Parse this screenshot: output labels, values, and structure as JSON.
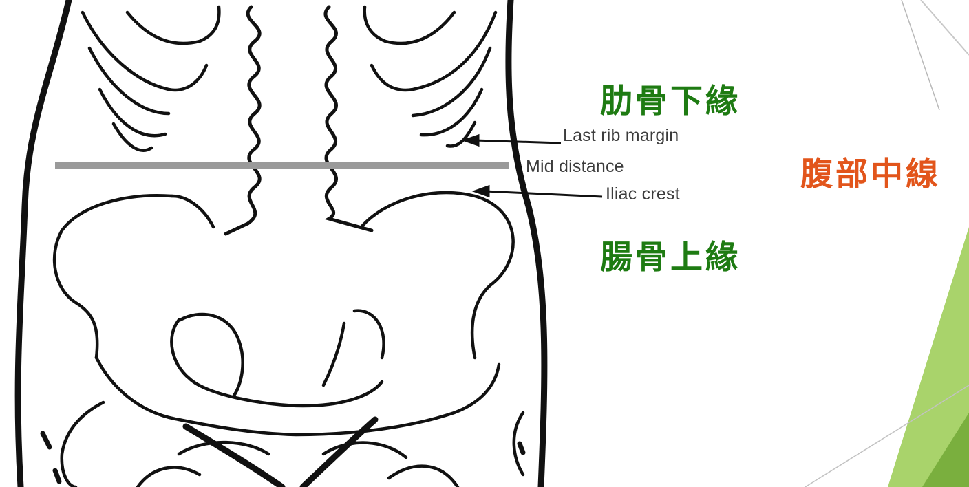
{
  "diagram": {
    "labels_en": {
      "last_rib": "Last rib margin",
      "mid_distance": "Mid distance",
      "iliac_crest": "Iliac crest"
    },
    "labels_zh": {
      "rib_lower_edge": "肋骨下緣",
      "abdominal_midline": "腹部中線",
      "iliac_upper_edge": "腸骨上緣"
    }
  },
  "colors": {
    "zh_green": "#1e7b12",
    "zh_orange": "#e2551b",
    "line_black": "#111111",
    "mid_line_gray": "#9a9a9a",
    "accent_green_light": "#a9d36b",
    "accent_green_dark": "#7aaf3e"
  }
}
